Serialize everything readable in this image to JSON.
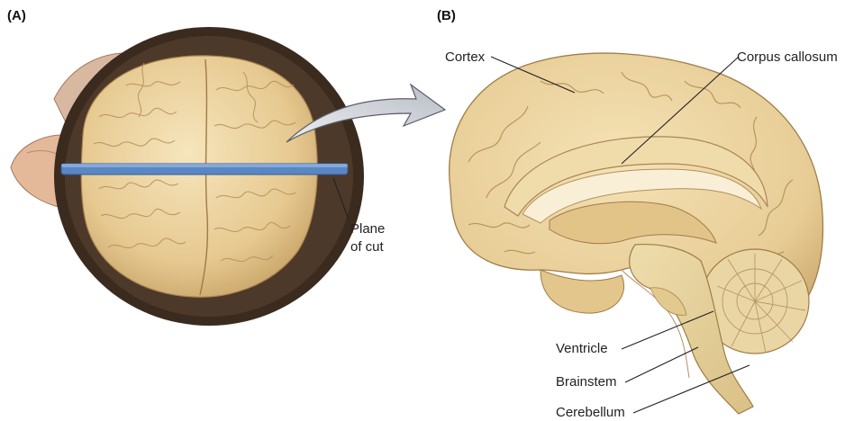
{
  "figure": {
    "panel_a": {
      "label": "(A)"
    },
    "panel_b": {
      "label": "(B)"
    },
    "labels": {
      "cortex": "Cortex",
      "corpus_callosum": "Corpus callosum",
      "plane_of_cut_line1": "Plane",
      "plane_of_cut_line2": "of cut",
      "ventricle": "Ventricle",
      "brainstem": "Brainstem",
      "cerebellum": "Cerebellum"
    },
    "colors": {
      "brain_tan": "#e9d09b",
      "brain_shadow": "#c9a56a",
      "skull_dark": "#3b2b1e",
      "cut_plane_blue": "#5b86c4",
      "arrow_gray": "#c9ccd2"
    }
  }
}
